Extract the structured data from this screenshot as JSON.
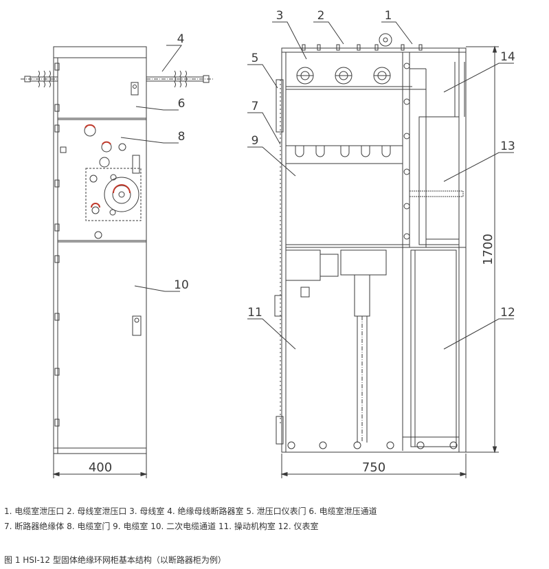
{
  "colors": {
    "line": "#3a3a3a",
    "caption_text": "#333333"
  },
  "dimensions": {
    "left_width": "400",
    "right_width": "750",
    "height": "1700"
  },
  "callouts": {
    "c1": "1",
    "c2": "2",
    "c3": "3",
    "c4": "4",
    "c5": "5",
    "c6": "6",
    "c7": "7",
    "c8": "8",
    "c9": "9",
    "c10": "10",
    "c11": "11",
    "c12": "12",
    "c13": "13",
    "c14": "14"
  },
  "caption": {
    "legend_line_1": "1. 电缆室泄压口 2. 母线室泄压口 3. 母线室 4. 绝缘母线断路器室 5. 泄压口仪表门 6. 电缆室泄压通道",
    "legend_line_2": "7. 断路器绝缘体 8. 电缆室门 9. 电缆室 10. 二次电缆通道 11. 操动机构室 12. 仪表室",
    "figure_title": "图 1 HSI-12 型固体绝缘环网柜基本结构（以断路器柜为例）"
  }
}
